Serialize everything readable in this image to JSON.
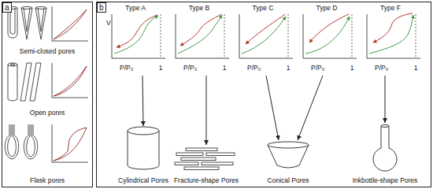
{
  "diagram": {
    "nodes": [
      {
        "text": [
          "a"
        ]
      },
      {
        "text": [
          "Semi-closed pores"
        ],
        "in": 0
      },
      {
        "text": [
          "Open pores"
        ],
        "in": 0
      },
      {
        "text": [
          "Flask pores"
        ],
        "in": 0
      },
      {
        "text": [
          "b"
        ]
      },
      {
        "text": [
          "Type A",
          "V",
          "P/P₀",
          "1"
        ],
        "in": 4
      },
      {
        "text": [
          "Type B",
          "P/P₀",
          "1"
        ],
        "in": 4
      },
      {
        "text": [
          "Type C",
          "P/P₀",
          "1"
        ],
        "in": 4
      },
      {
        "text": [
          "Type D",
          "P/P₀",
          "1"
        ],
        "in": 4
      },
      {
        "text": [
          "Type F",
          "P/P₀",
          "1"
        ],
        "in": 4
      },
      {
        "text": [
          "Cylindrical Pores"
        ],
        "in": 4
      },
      {
        "text": [
          "Fracture-shape Pores"
        ],
        "in": 4
      },
      {
        "text": [
          "Conical Pores"
        ],
        "in": 4
      },
      {
        "text": [
          "Inkbottle-shape Pores"
        ],
        "in": 4
      }
    ],
    "edges": [
      {
        "from": 5,
        "to": 10,
        "arrow": "to"
      },
      {
        "from": 6,
        "to": 11,
        "arrow": "to"
      },
      {
        "from": 7,
        "to": 12,
        "arrow": "to"
      },
      {
        "from": 8,
        "to": 12,
        "arrow": "to"
      },
      {
        "from": 9,
        "to": 13,
        "arrow": "to"
      }
    ]
  }
}
